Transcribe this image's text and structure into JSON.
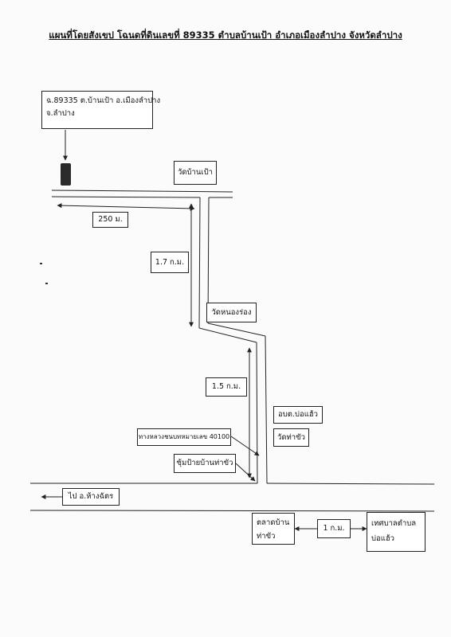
{
  "title": "แผนที่โดยสังเขป โฉนดที่ดินเลขที่ 89335 ตำบลบ้านเป้า อำเภอเมืองลำปาง จังหวัดลำปาง",
  "location_box": {
    "line1": "ฉ.89335 ต.บ้านเป้า อ.เมืองลำปาง",
    "line2": "จ.ลำปาง"
  },
  "landmarks": {
    "wat_ban_pao": "วัดบ้านเป้า",
    "wat_nong_rong": "วัดหนองร่อง",
    "obt_bo_haeo": "อบต.บ่อแฮ้ว",
    "wat_tha_khua": "วัดท่าขัว",
    "highway_label": "ทางหลวงชนบทหมายเลข 40100",
    "arch_ban_tha_khua": "ซุ้มป้ายบ้านท่าขัว",
    "to_hang_chat": "ไป อ.ห้างฉัตร",
    "talat_ban_tha_khua_line1": "ตลาดบ้าน",
    "talat_ban_tha_khua_line2": "ท่าขัว",
    "thesaban_line1": "เทศบาลตำบล",
    "thesaban_line2": "บ่อแฮ้ว"
  },
  "distances": {
    "d_250m": "250 ม.",
    "d_1_7km": "1.7 ก.ม.",
    "d_1_5km": "1.5 ก.ม.",
    "d_1km": "1 ก.ม."
  },
  "colors": {
    "ink": "#222222",
    "paper": "#fbfbfb"
  },
  "icons": {
    "parcel_marker": "filled-rectangle"
  }
}
